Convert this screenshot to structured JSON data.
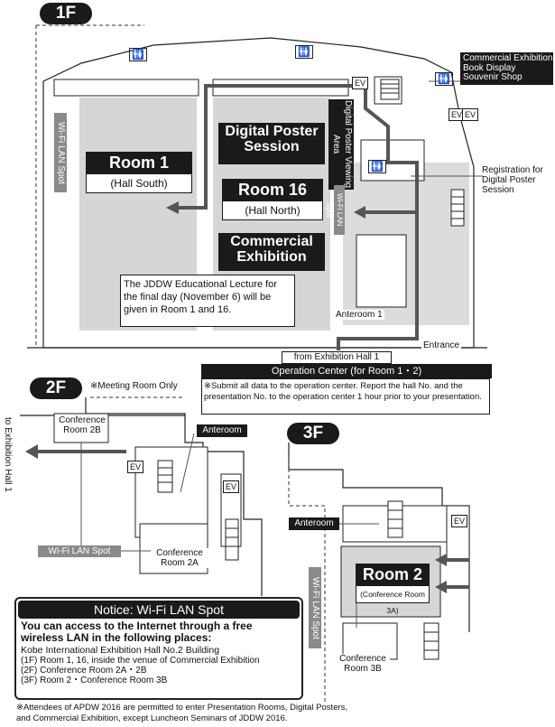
{
  "floors": {
    "f1": "1F",
    "f2": "2F",
    "f3": "3F"
  },
  "f1": {
    "room1": "Room 1",
    "room1_sub": "(Hall South)",
    "poster_session": "Digital Poster Session",
    "poster_viewing": "Digital Poster Viewing Area",
    "room16": "Room 16",
    "room16_sub": "(Hall North)",
    "commercial": "Commercial Exhibition",
    "wifi_spot": "Wi-Fi LAN Spot",
    "lecture_note": "The JDDW Educational Lecture for the final day (November 6) will be given in Room 1 and 16.",
    "anteroom1": "Anteroom 1",
    "entrance": "Entrance",
    "registration": "Registration for Digital Poster Session",
    "exhibition_book": "Commercial Exhibition Book Display Souvenir Shop",
    "from_hall": "from Exhibition Hall 1",
    "operation_center": "Operation Center (for Room 1・2)",
    "operation_note": "※Submit all data to the operation center. Report the hall No. and the presentation No. to the operation center 1 hour prior to your presentation.",
    "ev": "EV"
  },
  "f2": {
    "meeting_only": "※Meeting Room Only",
    "conf2b": "Conference Room 2B",
    "anteroom": "Anteroom",
    "to_hall1": "to Exhibition Hall 1",
    "wifi_spot": "Wi-Fi LAN Spot",
    "conf2a": "Conference Room 2A",
    "ev": "EV"
  },
  "f3": {
    "anteroom": "Anteroom",
    "room2": "Room 2",
    "room2_sub": "(Conference Room 3A)",
    "wifi_spot": "Wi-Fi LAN Spot",
    "conf3b": "Conference Room 3B",
    "ev": "EV"
  },
  "notice": {
    "title": "Notice: Wi-Fi LAN Spot",
    "lead": "You can access to the Internet through a free wireless LAN in the following places:",
    "building": "Kobe International Exhibition Hall No.2 Building",
    "items": [
      "(1F) Room 1, 16, inside the venue of Commercial Exhibition",
      "(2F) Conference Room 2A・2B",
      "(3F) Room 2・Conference Room 3B"
    ]
  },
  "footnote": "※Attendees of APDW 2016 are permitted to enter Presentation Rooms, Digital Posters, and Commercial Exhibition, except Luncheon Seminars of JDDW 2016.",
  "icons": {
    "restroom": "restroom-icon",
    "stairs": "stairs-icon",
    "arrow": "arrow-icon"
  },
  "colors": {
    "dark": "#1a1a1a",
    "gray_area": "#d9d9d9",
    "route": "#555555",
    "tag_gray": "#8a8a8a"
  }
}
